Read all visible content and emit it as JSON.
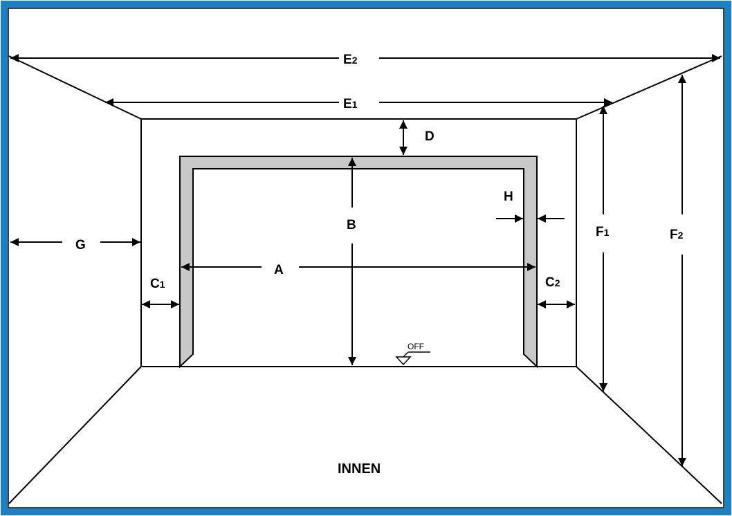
{
  "colors": {
    "border": "#1a82c4",
    "line": "#000000",
    "frame_fill": "#c8c8c8",
    "background": "#ffffff"
  },
  "labels": {
    "e2": {
      "letter": "E",
      "sub": "2"
    },
    "e1": {
      "letter": "E",
      "sub": "1"
    },
    "d": "D",
    "h": "H",
    "b": "B",
    "a": "A",
    "g": "G",
    "c1": {
      "letter": "C",
      "sub": "1"
    },
    "c2": {
      "letter": "C",
      "sub": "2"
    },
    "f1": {
      "letter": "F",
      "sub": "1"
    },
    "f2": {
      "letter": "F",
      "sub": "2"
    },
    "off": "OFF",
    "innen": "INNEN"
  }
}
